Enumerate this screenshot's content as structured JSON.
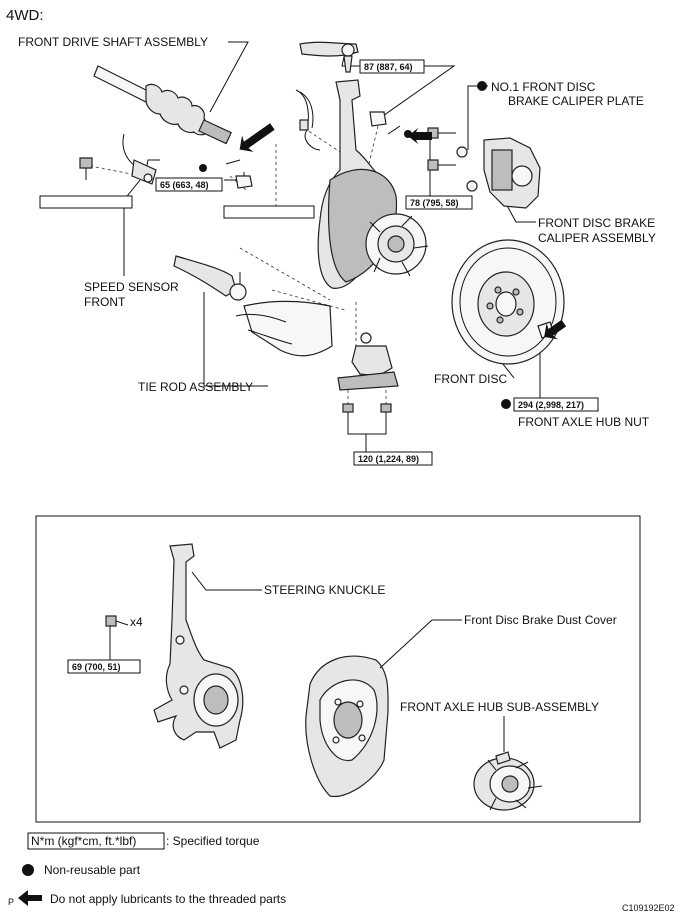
{
  "header": {
    "variant": "4WD:"
  },
  "labels": {
    "front_drive_shaft": "FRONT DRIVE SHAFT ASSEMBLY",
    "caliper_plate_1": "NO.1 FRONT DISC",
    "caliper_plate_2": "BRAKE CALIPER PLATE",
    "caliper_assembly_1": "FRONT DISC BRAKE",
    "caliper_assembly_2": "CALIPER ASSEMBLY",
    "speed_sensor_1": "SPEED SENSOR",
    "speed_sensor_2": "FRONT",
    "tie_rod": "TIE ROD ASSEMBLY",
    "front_disc": "FRONT DISC",
    "hub_nut": "FRONT AXLE HUB NUT",
    "steering_knuckle": "STEERING KNUCKLE",
    "dust_cover": "Front Disc Brake Dust Cover",
    "hub_sub_assembly": "FRONT AXLE HUB SUB-ASSEMBLY",
    "qty_x4": "x4"
  },
  "torques": {
    "t87": "87 (887, 64)",
    "t65": "65 (663, 48)",
    "t78": "78 (795, 58)",
    "t120": "120 (1,224, 89)",
    "t294": "294 (2,998, 217)",
    "t69": "69 (700, 51)"
  },
  "legend": {
    "torque_unit": "N*m (kgf*cm, ft.*lbf)",
    "torque_desc": ": Specified torque",
    "non_reusable": "Non-reusable part",
    "no_lube_prefix": "P",
    "no_lube": "Do not apply lubricants to the threaded parts"
  },
  "figure_id": "C109192E02"
}
